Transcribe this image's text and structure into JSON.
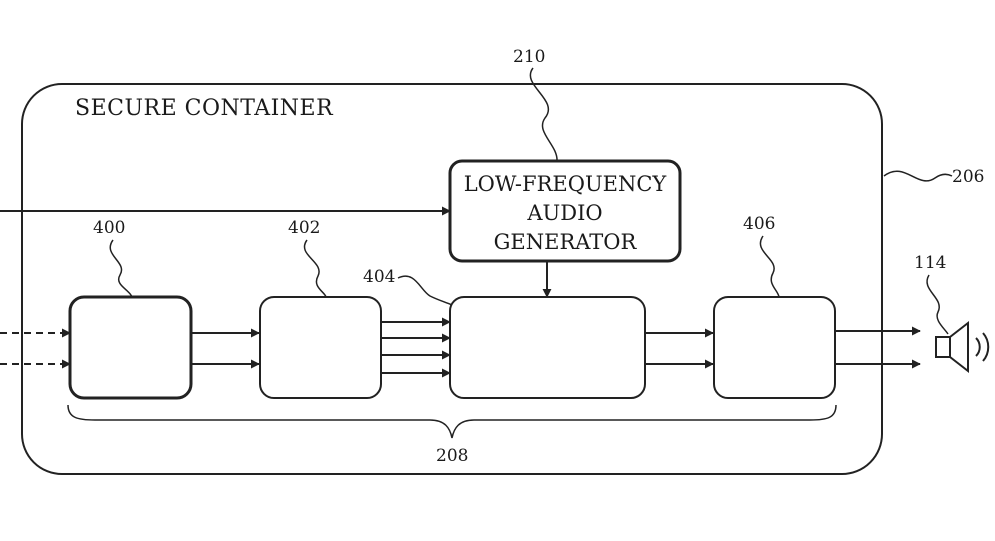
{
  "container": {
    "title": "SECURE CONTAINER",
    "ref": "206"
  },
  "generator": {
    "label_lines": [
      "LOW-FREQUENCY",
      "AUDIO",
      "GENERATOR"
    ],
    "ref": "210"
  },
  "blocks": [
    {
      "ref": "400"
    },
    {
      "ref": "402"
    },
    {
      "ref": "404"
    },
    {
      "ref": "406"
    }
  ],
  "group_ref": "208",
  "speaker": {
    "ref": "114",
    "icon": "speaker-icon"
  },
  "colors": {
    "line": "#222222",
    "background": "#ffffff"
  }
}
